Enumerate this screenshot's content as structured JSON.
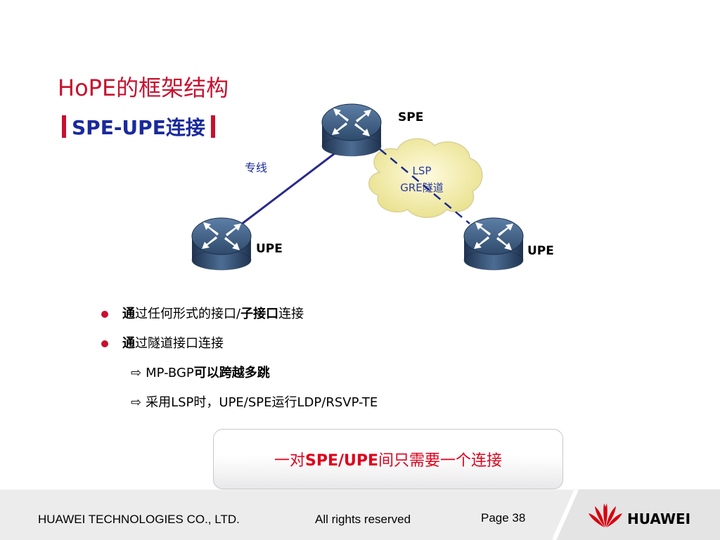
{
  "header": {
    "title": "HoPE的框架结构",
    "subtitle": "SPE-UPE连接"
  },
  "diagram": {
    "nodes": {
      "spe": "SPE",
      "upe_left": "UPE",
      "upe_right": "UPE"
    },
    "links": {
      "dedicated_line": "专线",
      "cloud_line1": "LSP",
      "cloud_line2": "GRE隧道"
    },
    "colors": {
      "dedicated_line": "#2a2a8c",
      "dashed_tunnel": "#1a2a8c",
      "cloud_fill": "#f4f0b0",
      "router_body": "#2e4a6b"
    }
  },
  "bullets": {
    "b1_bold": "通",
    "b1_a": "过任何形式的接口/",
    "b1_b": "子接口",
    "b1_c": "连接",
    "b2_bold": "通",
    "b2_a": "过隧道接口连接",
    "s1_a": "MP-BGP",
    "s1_b": "可以跨越多跳",
    "s2": "采用LSP时，UPE/SPE运行LDP/RSVP-TE"
  },
  "note": {
    "pre": "一对",
    "bold": "SPE/UPE",
    "post": "间只需要一个连接"
  },
  "footer": {
    "company": "HUAWEI TECHNOLOGIES CO., LTD.",
    "rights": "All rights reserved",
    "page": "Page 38",
    "brand": "HUAWEI"
  }
}
